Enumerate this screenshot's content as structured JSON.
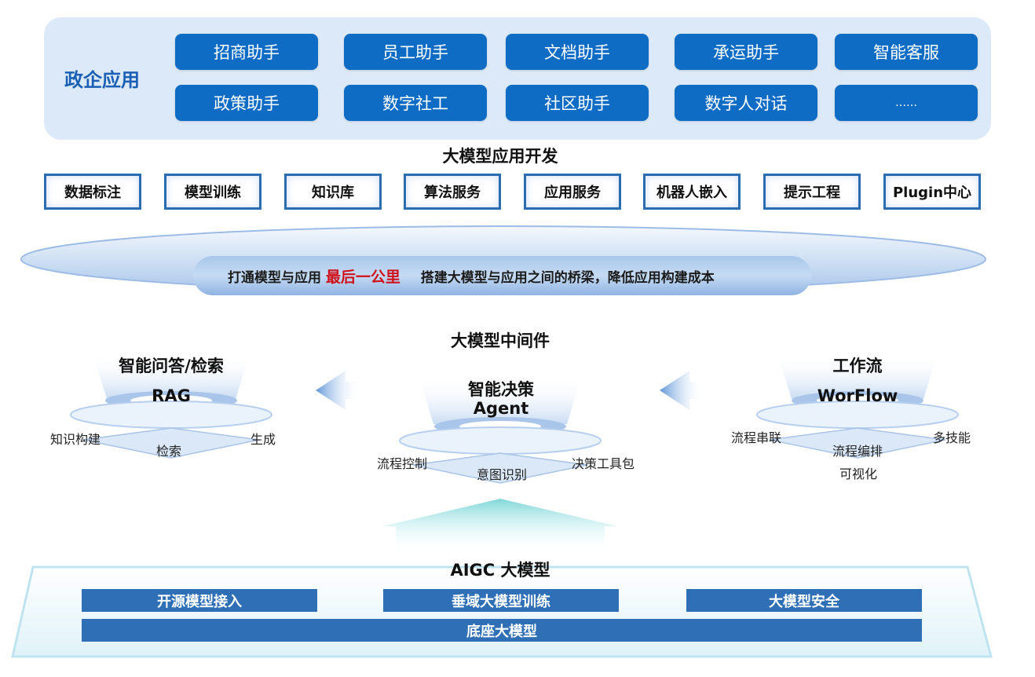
{
  "top": {
    "label": "政企应用",
    "row1": [
      "招商助手",
      "员工助手",
      "文档助手",
      "承运助手",
      "智能客服"
    ],
    "row2": [
      "政策助手",
      "数字社工",
      "社区助手",
      "数字人对话",
      "……"
    ]
  },
  "dev": {
    "title": "大模型应用开发",
    "items": [
      "数据标注",
      "模型训练",
      "知识库",
      "算法服务",
      "应用服务",
      "机器人嵌入",
      "提示工程",
      "Plugin中心"
    ]
  },
  "banner": {
    "part1": "打通模型与应用",
    "highlight": "最后一公里",
    "part2": "搭建大模型与应用之间的桥梁，降低应用构建成本"
  },
  "middleware": {
    "title": "大模型中间件",
    "rag": {
      "title": "智能问答/检索",
      "name": "RAG",
      "left": "知识构建",
      "center": "检索",
      "right": "生成"
    },
    "agent": {
      "title": "智能决策",
      "name": "Agent",
      "left": "流程控制",
      "center": "意图识别",
      "right": "决策工具包"
    },
    "workflow": {
      "title": "工作流",
      "name": "WorFlow",
      "left": "流程串联",
      "center": "流程编排",
      "center2": "可视化",
      "right": "多技能"
    }
  },
  "aigc": {
    "title": "AIGC 大模型",
    "bars": [
      "开源模型接入",
      "垂域大模型训练",
      "大模型安全"
    ],
    "base": "底座大模型"
  },
  "colors": {
    "accent": "#0e6cc4",
    "panel": "#dbe9f8",
    "highlight": "#d0101a",
    "bar": "#2f6fb5"
  }
}
